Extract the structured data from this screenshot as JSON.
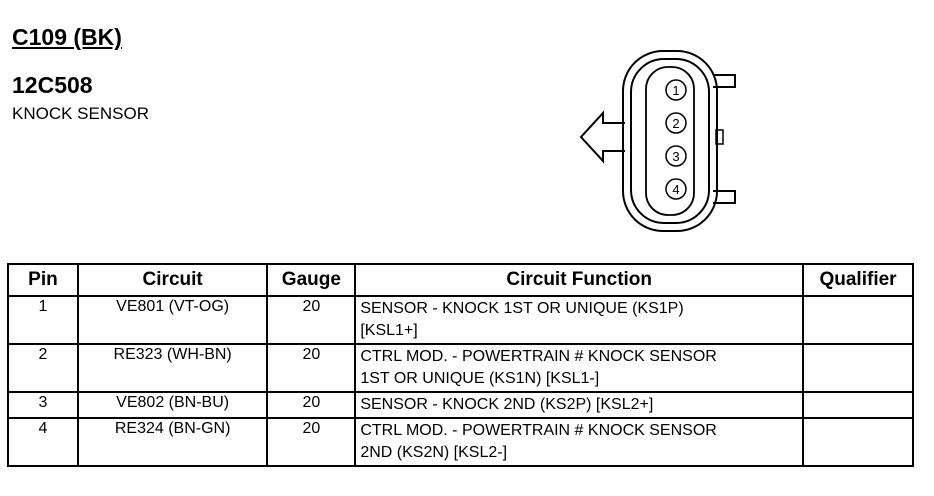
{
  "header": {
    "connector_id": "C109 (BK)",
    "part_number": "12C508",
    "component_name": "KNOCK SENSOR"
  },
  "diagram": {
    "pins": [
      "1",
      "2",
      "3",
      "4"
    ]
  },
  "table": {
    "headers": {
      "pin": "Pin",
      "circuit": "Circuit",
      "gauge": "Gauge",
      "function": "Circuit Function",
      "qualifier": "Qualifier"
    },
    "rows": [
      {
        "pin": "1",
        "circuit": "VE801 (VT-OG)",
        "gauge": "20",
        "function_line1": "SENSOR - KNOCK 1ST OR UNIQUE (KS1P)",
        "function_line2": "[KSL1+]",
        "qualifier": ""
      },
      {
        "pin": "2",
        "circuit": "RE323 (WH-BN)",
        "gauge": "20",
        "function_line1": "CTRL MOD. - POWERTRAIN # KNOCK SENSOR",
        "function_line2": "1ST OR UNIQUE (KS1N) [KSL1-]",
        "qualifier": ""
      },
      {
        "pin": "3",
        "circuit": "VE802 (BN-BU)",
        "gauge": "20",
        "function_line1": "SENSOR - KNOCK 2ND (KS2P) [KSL2+]",
        "function_line2": "",
        "qualifier": ""
      },
      {
        "pin": "4",
        "circuit": "RE324 (BN-GN)",
        "gauge": "20",
        "function_line1": "CTRL MOD. - POWERTRAIN # KNOCK SENSOR",
        "function_line2": "2ND (KS2N) [KSL2-]",
        "qualifier": ""
      }
    ]
  }
}
